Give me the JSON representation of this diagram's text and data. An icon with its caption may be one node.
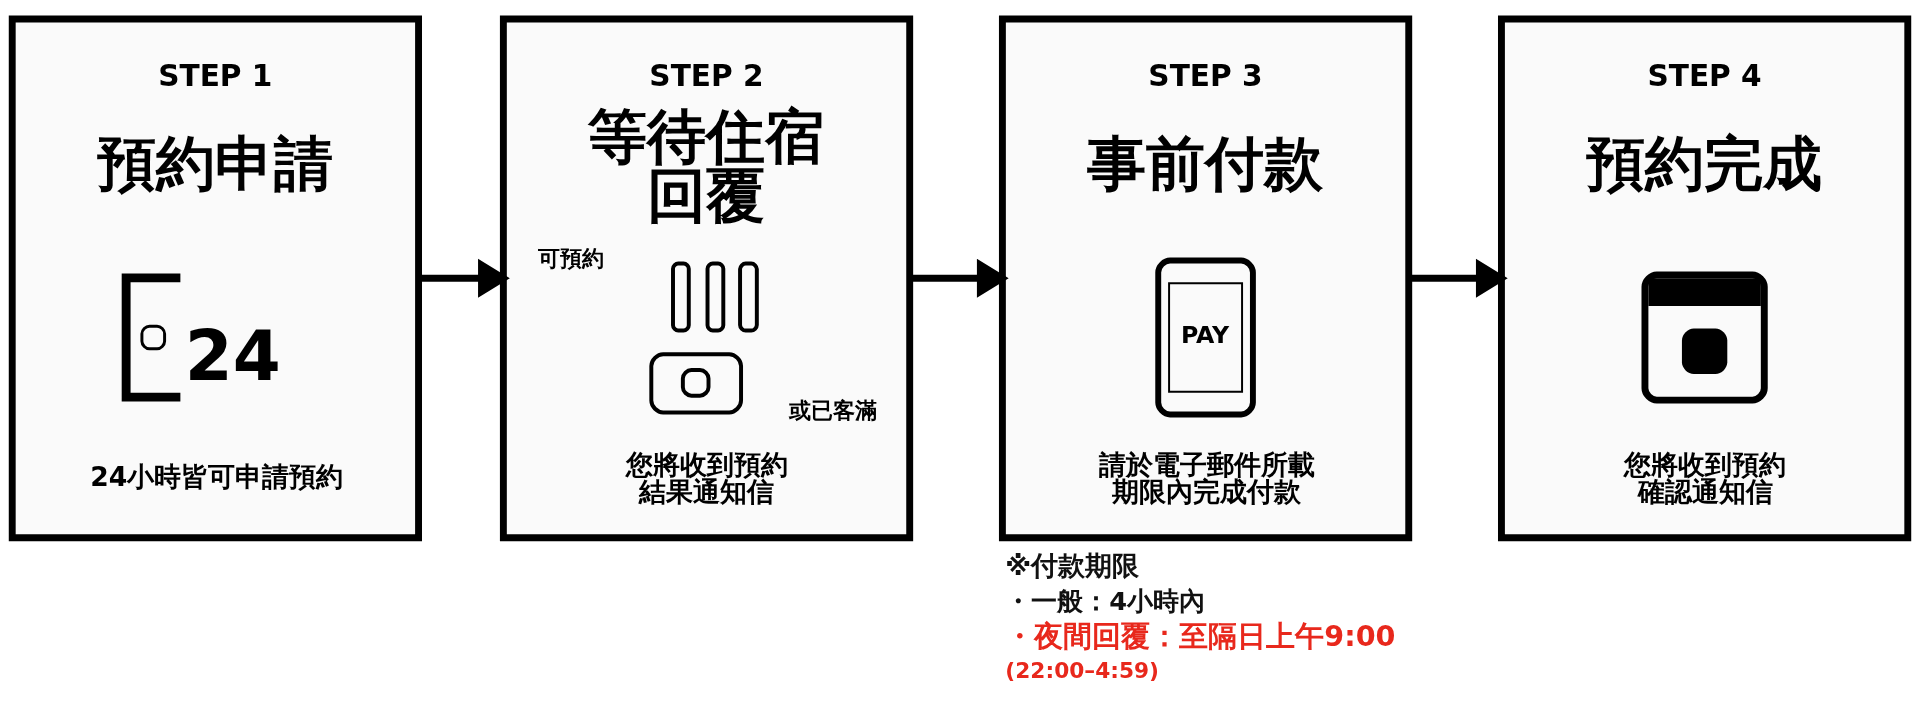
{
  "diagram": {
    "nodes": [
      {
        "text": [
          "STEP 1",
          "預約申請",
          "24",
          "24小時皆可申請預約"
        ]
      },
      {
        "text": [
          "STEP 2",
          "等待住宿回覆",
          "可預約",
          "或已客滿",
          "您將收到預約結果通知信"
        ]
      },
      {
        "text": [
          "STEP 3",
          "事前付款",
          "PAY",
          "請於電子郵件所載期限內完成付款"
        ],
        "beside": [
          "※付款期限",
          "・一般：4小時內",
          "・夜間回覆：至隔日上午9:00",
          "(22:00–4:59)"
        ]
      },
      {
        "text": [
          "STEP 4",
          "預約完成",
          "您將收到預約確認通知信"
        ]
      }
    ],
    "edges": [
      {
        "from": 0,
        "to": 1,
        "arrow": "to"
      },
      {
        "from": 1,
        "to": 2,
        "arrow": "to"
      },
      {
        "from": 2,
        "to": 3,
        "arrow": "to"
      }
    ]
  }
}
